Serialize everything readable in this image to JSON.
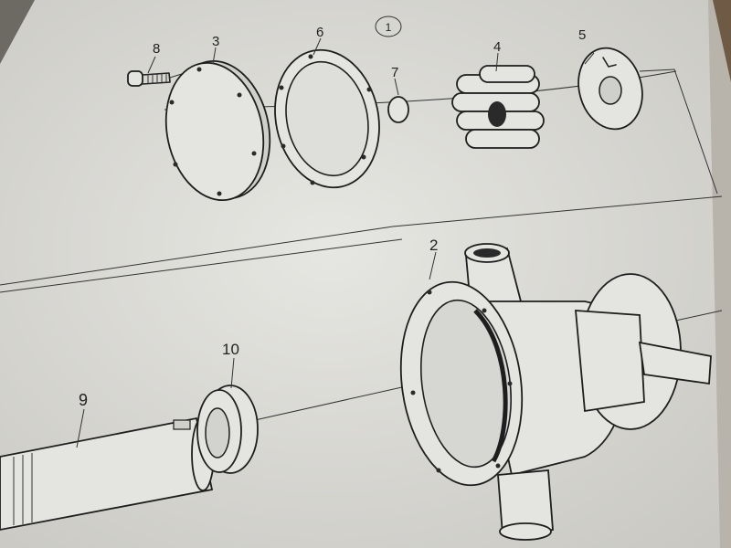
{
  "diagram": {
    "title": "Exploded view – water pump parts",
    "group_marker": "1",
    "callouts": {
      "bolt": "8",
      "cover": "3",
      "gasket": "6",
      "small_plate": "7",
      "impeller": "4",
      "cam_plate": "5",
      "pump_housing": "2",
      "seal": "10",
      "shaft": "9"
    },
    "colors": {
      "paper": "#dcdcd8",
      "ink": "#1e1e1e"
    }
  }
}
